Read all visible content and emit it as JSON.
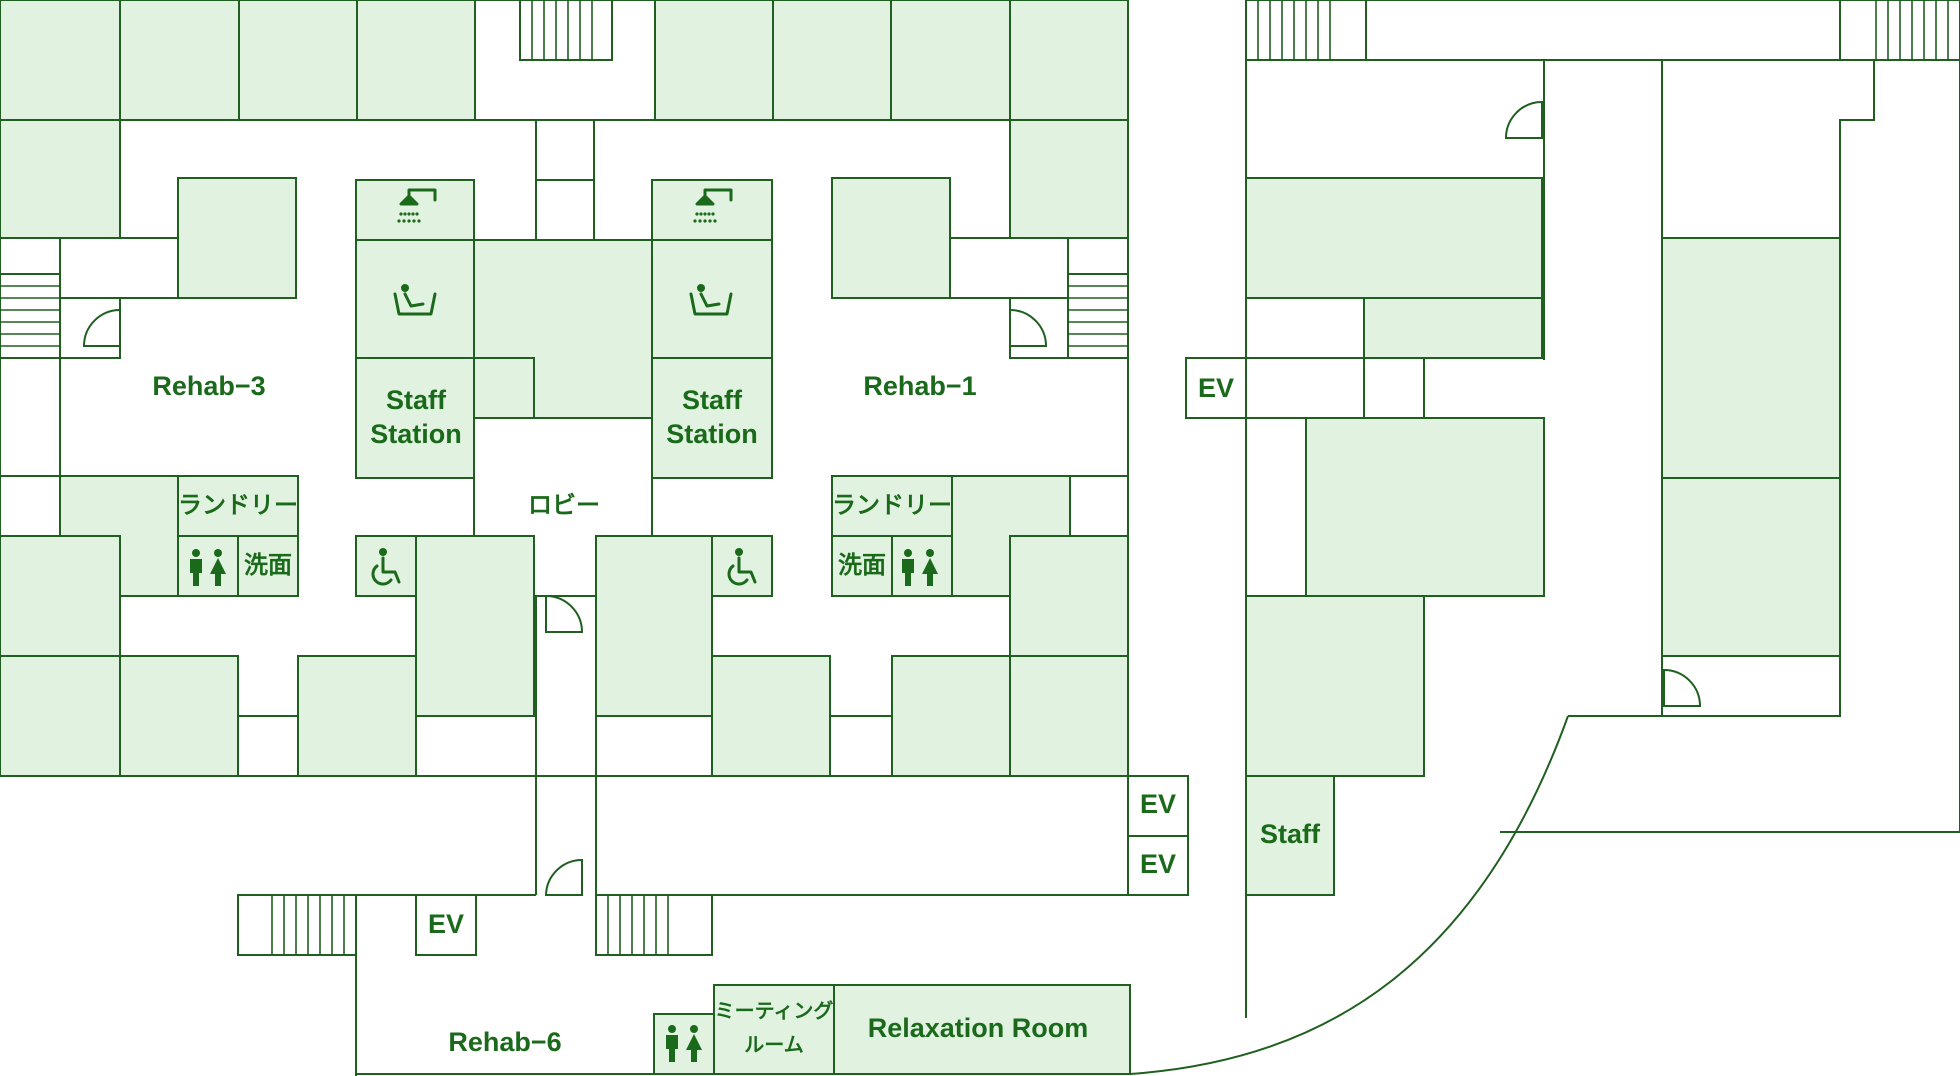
{
  "colors": {
    "room_fill": "#e1f3e0",
    "wall": "#1f5f1f",
    "label": "#1b6a1b",
    "corridor": "#ffffff"
  },
  "areas": {
    "rehab_3": "Rehab−3",
    "rehab_1": "Rehab−1",
    "rehab_6": "Rehab−6",
    "lobby": "ロビー",
    "staff": "Staff",
    "relaxation_room": "Relaxation Room"
  },
  "staff_station": {
    "line1": "Staff",
    "line2": "Station"
  },
  "ev_label": "EV",
  "laundry": "ランドリー",
  "washroom": "洗面",
  "meeting_room": {
    "line1": "ミーティング",
    "line2": "ルーム"
  },
  "icons": [
    "shower-icon",
    "bathtub-icon",
    "wheelchair-icon",
    "restroom-icon",
    "door-swing-icon",
    "stairs-icon"
  ]
}
